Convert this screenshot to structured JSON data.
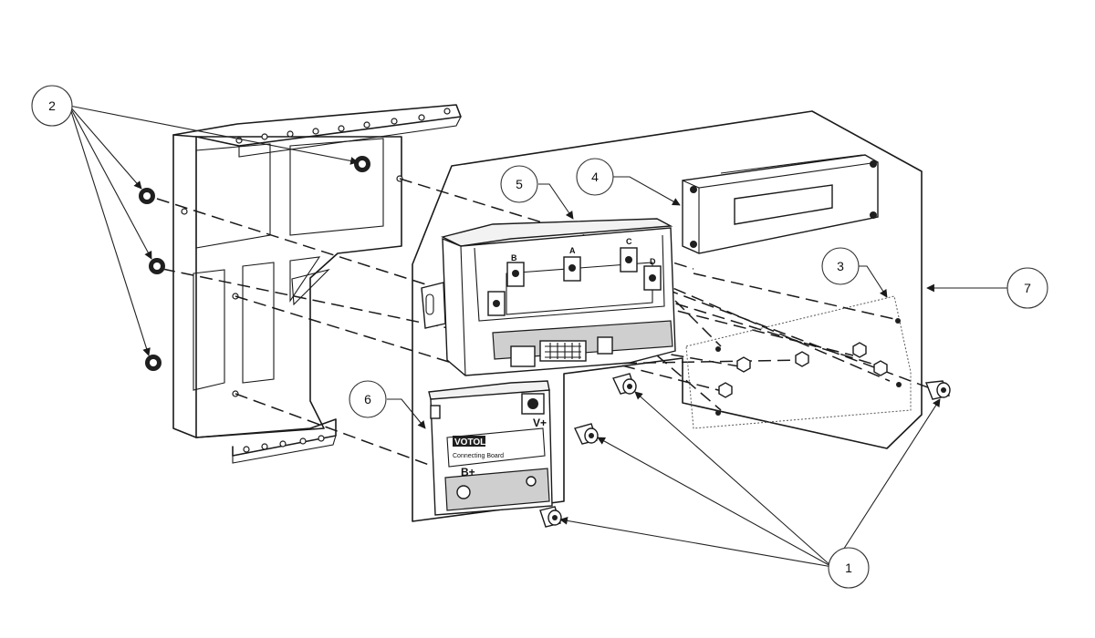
{
  "callouts": [
    {
      "id": "1",
      "label": "1"
    },
    {
      "id": "2",
      "label": "2"
    },
    {
      "id": "3",
      "label": "3"
    },
    {
      "id": "4",
      "label": "4"
    },
    {
      "id": "5",
      "label": "5"
    },
    {
      "id": "6",
      "label": "6"
    },
    {
      "id": "7",
      "label": "7"
    }
  ],
  "part_markings": {
    "module_logo": "VOTOL",
    "module_sub": "Connecting Board",
    "vplus": "V+",
    "bplus": "B+",
    "terminal_b": "B",
    "terminal_a": "A",
    "terminal_c": "C",
    "terminal_d": "D"
  }
}
